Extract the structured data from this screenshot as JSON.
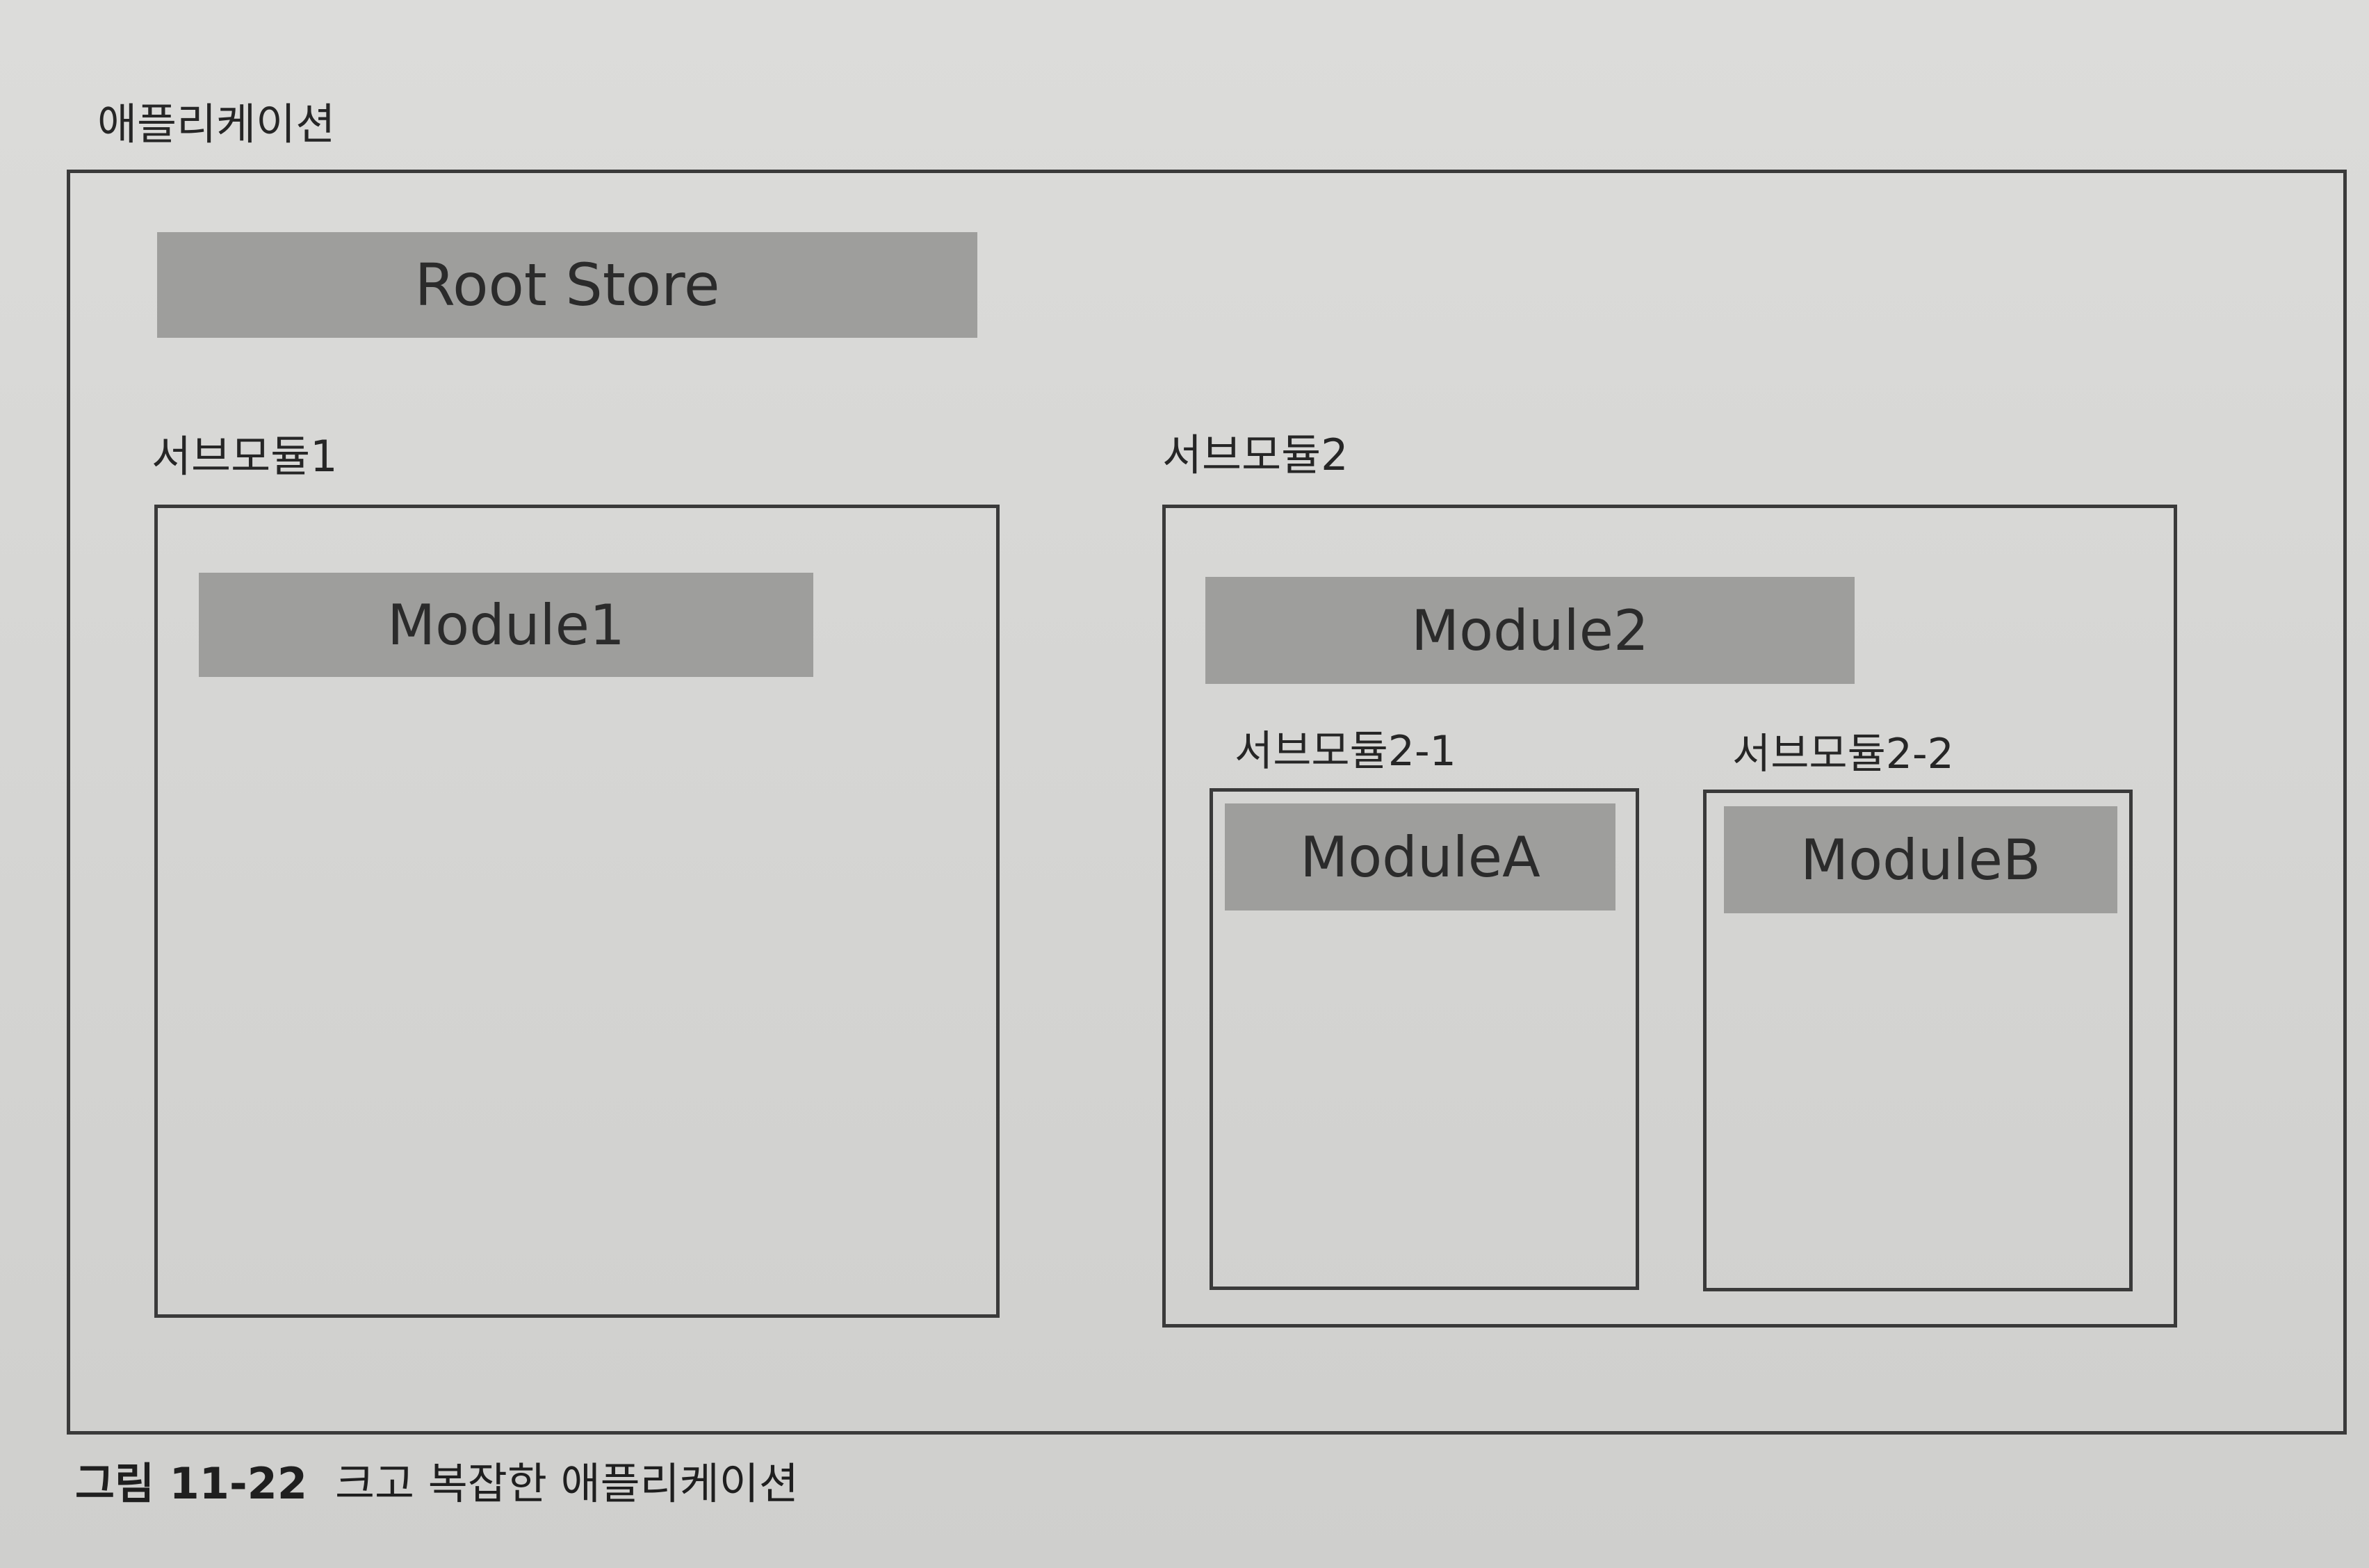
{
  "diagram": {
    "application_label": "애플리케이션",
    "root_store": "Root Store",
    "submodule1": {
      "label": "서브모듈1",
      "module": "Module1"
    },
    "submodule2": {
      "label": "서브모듈2",
      "module": "Module2",
      "children": [
        {
          "label": "서브모듈2-1",
          "module": "ModuleA"
        },
        {
          "label": "서브모듈2-2",
          "module": "ModuleB"
        }
      ]
    }
  },
  "caption": {
    "figure_number": "그림 11-22",
    "text": "크고 복잡한 애플리케이션"
  },
  "colors": {
    "band_fill": "#9e9e9c",
    "border": "#3a3a3a",
    "page_background": "#d6d6d4"
  }
}
